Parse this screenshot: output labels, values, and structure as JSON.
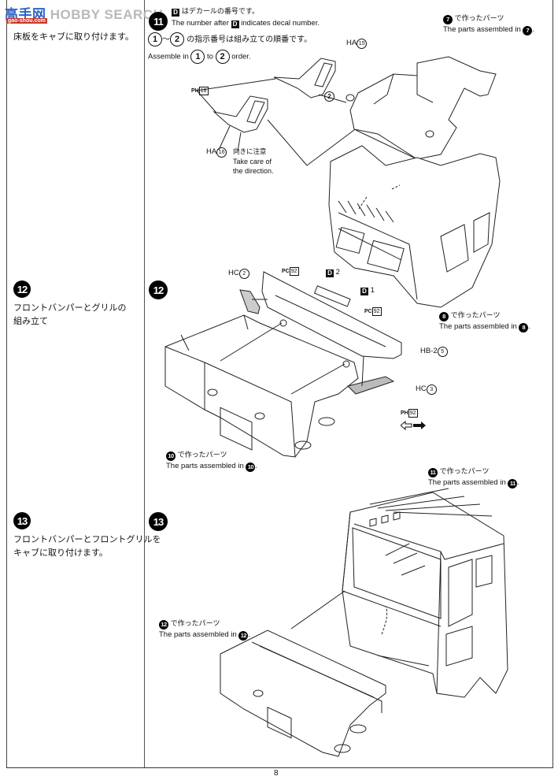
{
  "watermark": {
    "brand": "高手网",
    "text": "HOBBY SEARCH",
    "url": "gao-shou.com"
  },
  "page_number": "8",
  "steps": [
    {
      "number": "11",
      "left_text_jp": "床板をキャブに取り付けます。",
      "notes": {
        "decal_jp": "はデカールの番号です。",
        "decal_en_prefix": "The number after",
        "decal_en_suffix": "indicates decal number.",
        "decal_letter": "D",
        "order_jp": "の指示番号は組み立ての順番です。",
        "order_en_prefix": "Assemble in",
        "order_en_mid": "to",
        "order_en_suffix": "order.",
        "order_from": "1",
        "order_to": "2",
        "tilde": "～"
      },
      "labels": {
        "ha15": "HA",
        "ha15_num": "15",
        "ph18_prefix": "PH",
        "ph18_num": "18",
        "ha16": "HA",
        "ha16_num": "16",
        "direction_jp": "向きに注意",
        "direction_en_1": "Take care of",
        "direction_en_2": "the direction.",
        "order_mark_1": "1",
        "order_mark_2a": "2",
        "order_mark_2b": "2",
        "decal_d2_num": "2",
        "decal_d1_num": "1"
      },
      "refs": [
        {
          "badge": "7",
          "jp": "で作ったパーツ",
          "en": "The parts assembled in"
        },
        {
          "badge": "8",
          "jp": "で作ったパーツ",
          "en": "The parts assembled in"
        }
      ]
    },
    {
      "number": "12",
      "left_text_jp_1": "フロントバンパーとグリルの",
      "left_text_jp_2": "組み立て",
      "labels": {
        "hc2": "HC",
        "hc2_num": "2",
        "pc92a_prefix": "PC",
        "pc92a_num": "92",
        "pc92b_prefix": "PC",
        "pc92b_num": "92",
        "hb25": "HB-2",
        "hb25_num": "5",
        "hc3": "HC",
        "hc3_num": "3",
        "ph92_prefix": "PH",
        "ph92_num": "92"
      },
      "refs": [
        {
          "badge": "10",
          "jp": "で作ったパーツ",
          "en": "The parts assembled in"
        }
      ]
    },
    {
      "number": "13",
      "left_text_jp_1": "フロントバンパーとフロントグリルを",
      "left_text_jp_2": "キャブに取り付けます。",
      "refs": [
        {
          "badge": "11",
          "jp": "で作ったパーツ",
          "en": "The parts assembled in"
        },
        {
          "badge": "12",
          "jp": "で作ったパーツ",
          "en": "The parts assembled in"
        }
      ]
    }
  ]
}
